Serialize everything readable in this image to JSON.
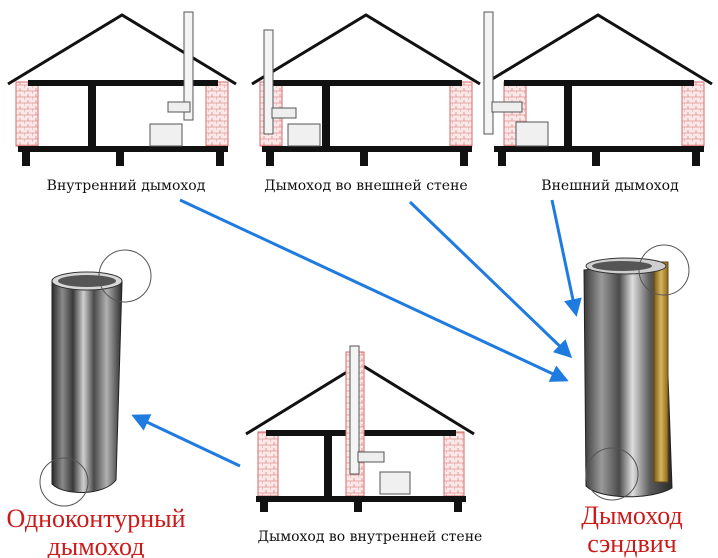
{
  "colors": {
    "arrow": "#1f7be0",
    "chimney_label": "#cc1a1a",
    "wall_brick": "#c8504a",
    "structure": "#111111"
  },
  "houses": [
    {
      "label": "Внутренний дымоход"
    },
    {
      "label": "Дымоход во внешней стене"
    },
    {
      "label": "Внешний дымоход"
    },
    {
      "label": "Дымоход во внутренней стене"
    }
  ],
  "pipes": {
    "single": {
      "label_line1": "Одноконтурный",
      "label_line2": "дымоход"
    },
    "sandwich": {
      "label_line1": "Дымоход",
      "label_line2": "сэндвич"
    }
  }
}
